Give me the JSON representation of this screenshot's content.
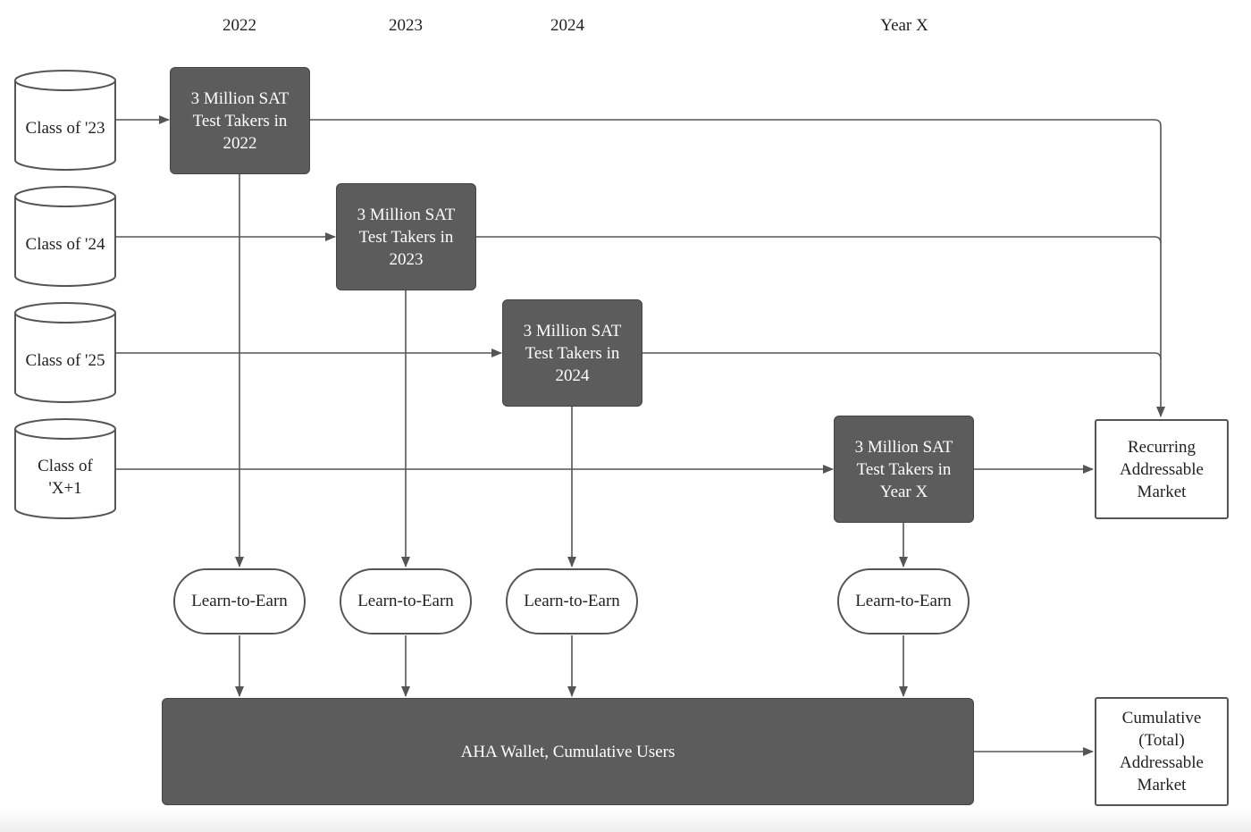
{
  "years": [
    "2022",
    "2023",
    "2024",
    "Year X"
  ],
  "classes": [
    "Class of '23",
    "Class of '24",
    "Class of '25",
    "Class of\n'X+1"
  ],
  "test_takers": [
    "3 Million SAT\nTest Takers in\n2022",
    "3 Million SAT\nTest Takers in\n2023",
    "3 Million SAT\nTest Takers in\n2024",
    "3 Million SAT\nTest Takers in\nYear X"
  ],
  "learn_to_earn": [
    "Learn-to-Earn",
    "Learn-to-Earn",
    "Learn-to-Earn",
    "Learn-to-Earn"
  ],
  "wallet": "AHA Wallet, Cumulative Users",
  "recurring_market": "Recurring\nAddressable\nMarket",
  "cumulative_market": "Cumulative\n(Total)\nAddressable\nMarket",
  "colors": {
    "box_fill": "#5c5c5c",
    "line": "#555555",
    "text_on_dark": "#ffffff"
  }
}
